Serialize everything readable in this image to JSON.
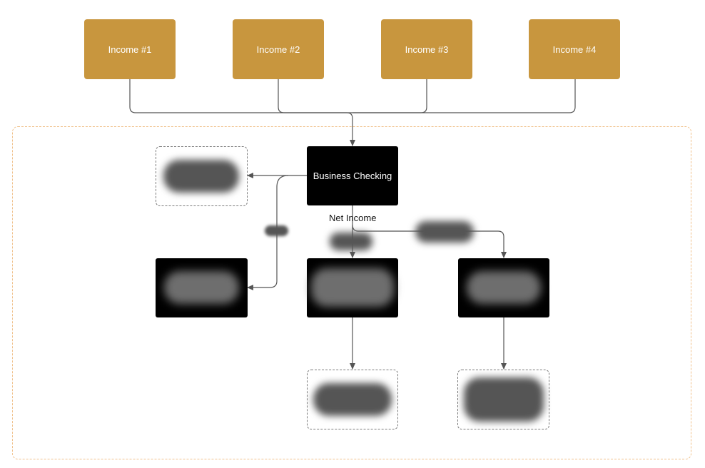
{
  "diagram": {
    "income_nodes": [
      "Income #1",
      "Income #2",
      "Income #3",
      "Income #4"
    ],
    "checking_label": "Business Checking",
    "net_income_label": "Net Income",
    "colors": {
      "income_fill": "#c8963e",
      "dark_node_fill": "#000000",
      "connector": "#555555",
      "frame_border": "#f0c08a",
      "dashed_node_border": "#7a7a7a",
      "redacted_fill": "#555555"
    }
  }
}
